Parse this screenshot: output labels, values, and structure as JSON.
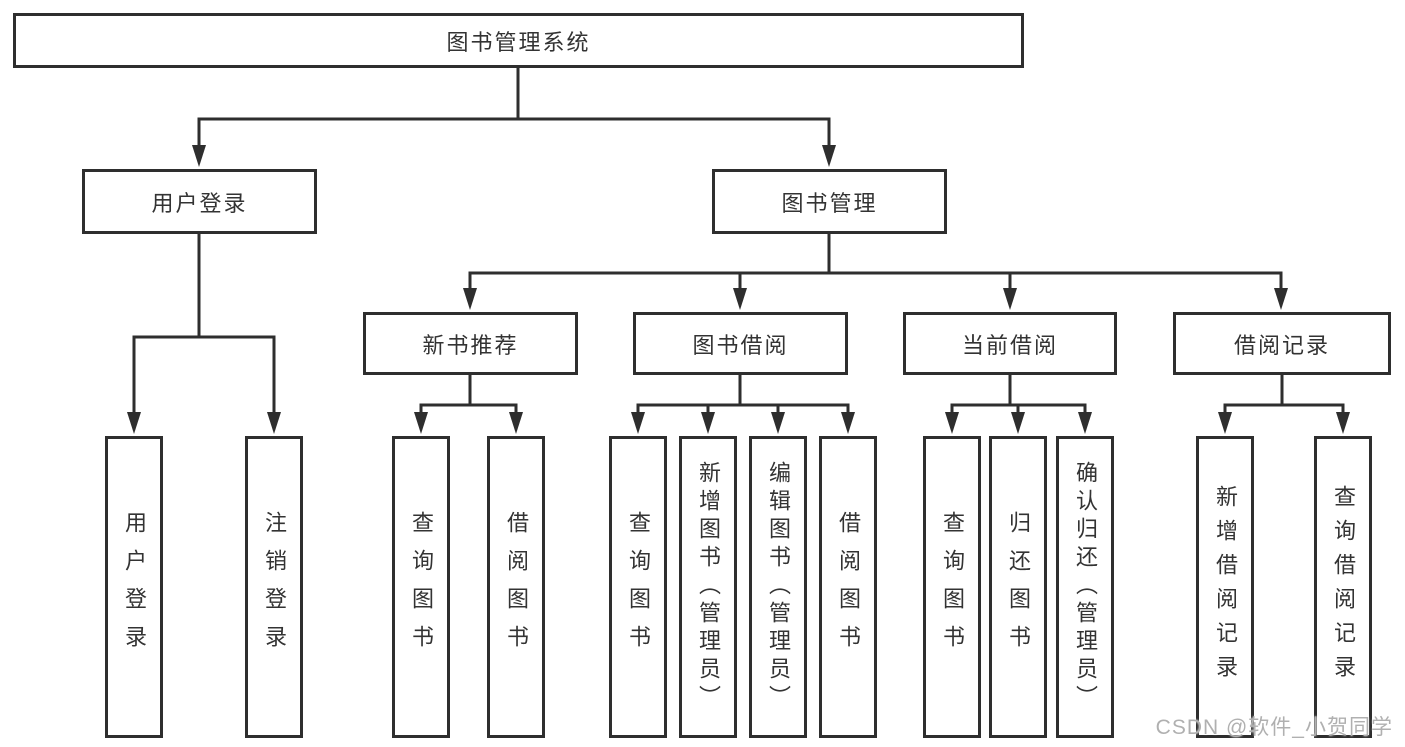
{
  "colors": {
    "line": "#2e2e2e",
    "text": "#333333",
    "box_background": "#ffffff",
    "page_background": "#ffffff",
    "watermark": "#b0b0b0"
  },
  "watermark": "CSDN @软件_小贺同学",
  "tree": {
    "label": "图书管理系统",
    "children": [
      {
        "label": "用户登录",
        "children": [
          {
            "label": "用户登录"
          },
          {
            "label": "注销登录"
          }
        ]
      },
      {
        "label": "图书管理",
        "children": [
          {
            "label": "新书推荐",
            "children": [
              {
                "label": "查询图书"
              },
              {
                "label": "借阅图书"
              }
            ]
          },
          {
            "label": "图书借阅",
            "children": [
              {
                "label": "查询图书"
              },
              {
                "label": "新增图书（管理员）"
              },
              {
                "label": "编辑图书（管理员）"
              },
              {
                "label": "借阅图书"
              }
            ]
          },
          {
            "label": "当前借阅",
            "children": [
              {
                "label": "查询图书"
              },
              {
                "label": "归还图书"
              },
              {
                "label": "确认归还（管理员）"
              }
            ]
          },
          {
            "label": "借阅记录",
            "children": [
              {
                "label": "新增借阅记录"
              },
              {
                "label": "查询借阅记录"
              }
            ]
          }
        ]
      }
    ]
  }
}
